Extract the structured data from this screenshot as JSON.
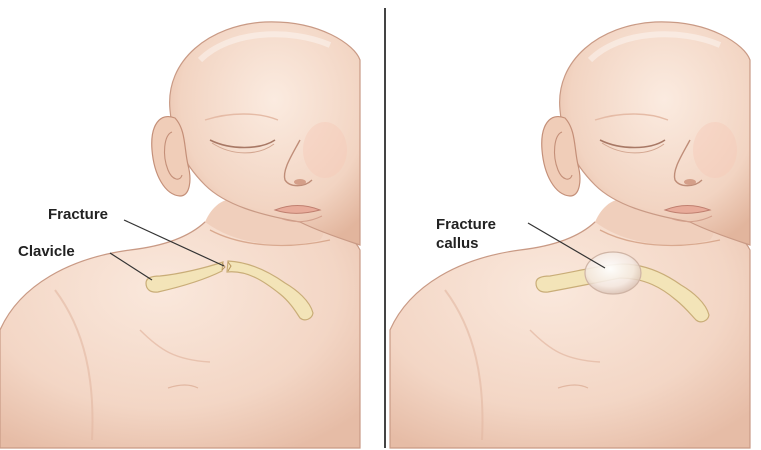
{
  "panels": [
    {
      "id": "left",
      "labels": {
        "fracture": "Fracture",
        "clavicle": "Clavicle"
      }
    },
    {
      "id": "right",
      "labels": {
        "callus_line1": "Fracture",
        "callus_line2": "callus"
      }
    }
  ],
  "colors": {
    "skin": "#f6dccd",
    "skin_shadow": "#e9c2ad",
    "skin_outline": "#c99a85",
    "bone": "#f3e4b8",
    "bone_outline": "#c9ad78",
    "divider": "#444444"
  }
}
